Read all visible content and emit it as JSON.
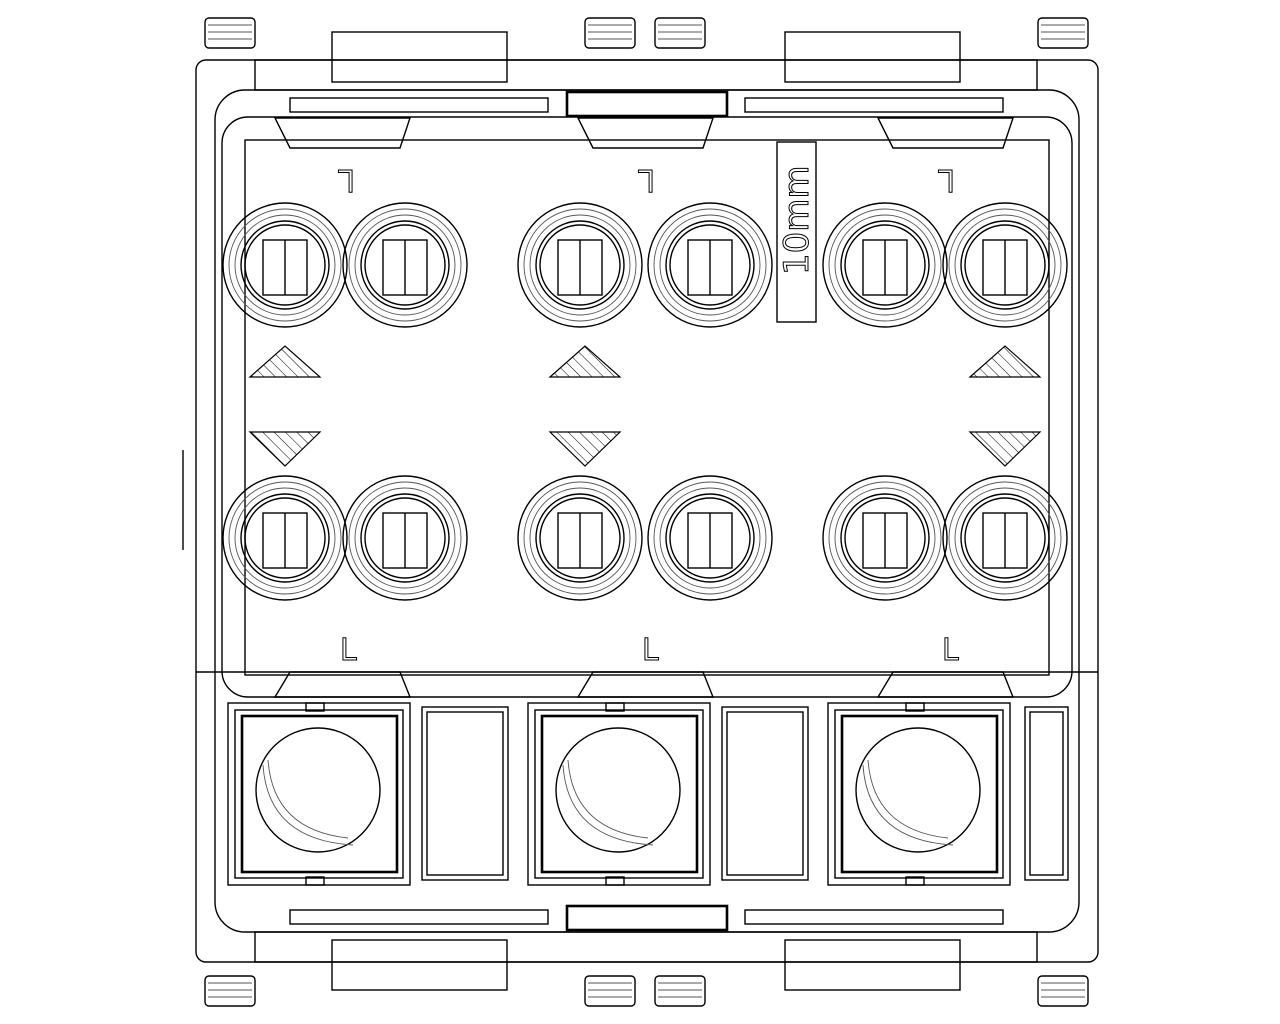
{
  "drawing": {
    "title": "Modular 3-way terminal block device, front view",
    "scale_label": "10mm",
    "terminal_labels_top": [
      "L",
      "L",
      "L"
    ],
    "terminal_labels_bottom": [
      "L",
      "L",
      "L"
    ],
    "line_color": "#000000",
    "background": "#ffffff"
  }
}
